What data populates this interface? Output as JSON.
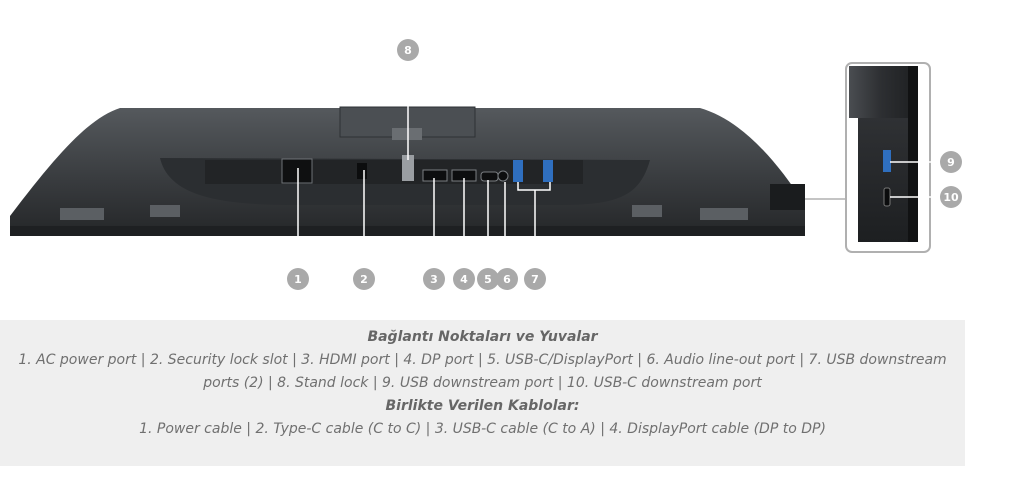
{
  "callouts": [
    "1",
    "2",
    "3",
    "4",
    "5",
    "6",
    "7",
    "8",
    "9",
    "10"
  ],
  "caption": {
    "ports_heading": "Bağlantı Noktaları ve Yuvalar",
    "ports_text": "1. AC power port | 2. Security lock slot | 3. HDMI port | 4. DP port | 5. USB-C/DisplayPort | 6. Audio line-out port | 7. USB downstream ports (2) | 8. Stand lock | 9. USB downstream port | 10. USB-C downstream port",
    "cables_heading": "Birlikte Verilen Kablolar:",
    "cables_text": "1. Power cable | 2. Type-C cable (C to C) | 3. USB-C cable (C to A) | 4. DisplayPort cable (DP to DP)"
  },
  "colors": {
    "callout_fill": "#a9a9a9",
    "monitor_body": "#3a3d40",
    "caption_background": "#efefef",
    "caption_text": "#707070"
  }
}
